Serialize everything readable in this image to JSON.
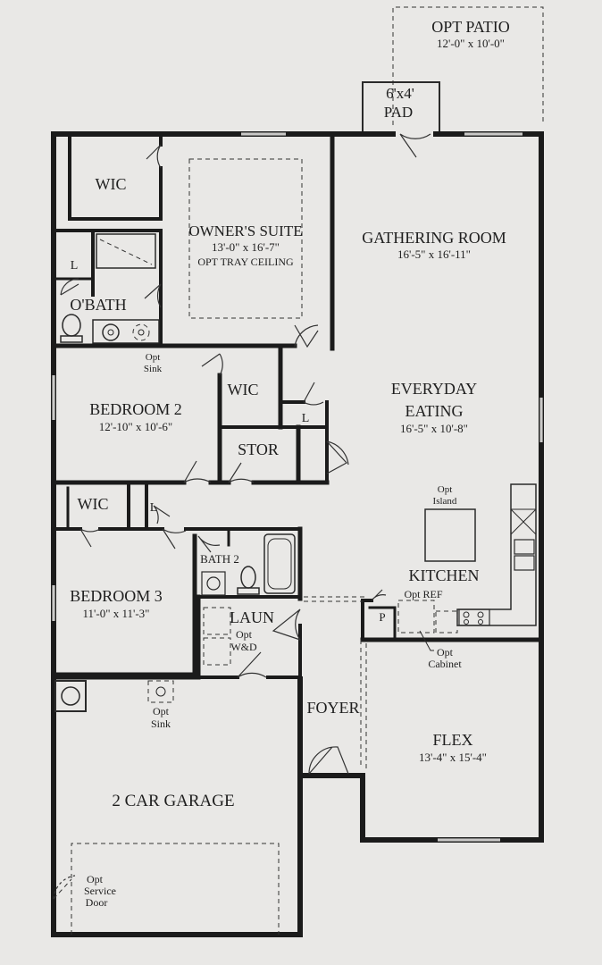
{
  "rooms": {
    "opt_patio": {
      "name": "OPT PATIO",
      "dims": "12'-0\" x 10'-0\""
    },
    "pad": {
      "line1": "6'x4'",
      "line2": "PAD"
    },
    "wic_master": {
      "name": "WIC"
    },
    "owners_suite": {
      "name": "OWNER'S SUITE",
      "dims": "13'-0\" x 16'-7\"",
      "note": "OPT TRAY CEILING"
    },
    "o_bath": {
      "name": "O'BATH"
    },
    "gathering_room": {
      "name": "GATHERING ROOM",
      "dims": "16'-5\" x 16'-11\""
    },
    "bedroom2": {
      "name": "BEDROOM 2",
      "dims": "12'-10\" x 10'-6\""
    },
    "wic_bed2": {
      "name": "WIC"
    },
    "stor": {
      "name": "STOR"
    },
    "everyday_eating": {
      "line1": "EVERYDAY",
      "line2": "EATING",
      "dims": "16'-5\" x 10'-8\""
    },
    "wic_bed3": {
      "name": "WIC"
    },
    "bath2": {
      "name": "BATH 2"
    },
    "bedroom3": {
      "name": "BEDROOM 3",
      "dims": "11'-0\" x 11'-3\""
    },
    "laun": {
      "name": "LAUN",
      "note1": "Opt",
      "note2": "W&D"
    },
    "kitchen": {
      "name": "KITCHEN",
      "opt_island1": "Opt",
      "opt_island2": "Island",
      "opt_ref": "Opt REF",
      "opt_cabinet1": "Opt",
      "opt_cabinet2": "Cabinet"
    },
    "foyer": {
      "name": "FOYER"
    },
    "flex": {
      "name": "FLEX",
      "dims": "13'-4\" x 15'-4\""
    },
    "garage": {
      "name": "2 CAR GARAGE",
      "opt_sink1": "Opt",
      "opt_sink2": "Sink",
      "service1": "Opt",
      "service2": "Service",
      "service3": "Door"
    }
  },
  "closets": {
    "linen_bath": "L",
    "linen_hall": "L",
    "linen_bed3": "L",
    "pantry": "P"
  },
  "fixtures": {
    "opt_sink_hall1": "Opt",
    "opt_sink_hall2": "Sink"
  }
}
